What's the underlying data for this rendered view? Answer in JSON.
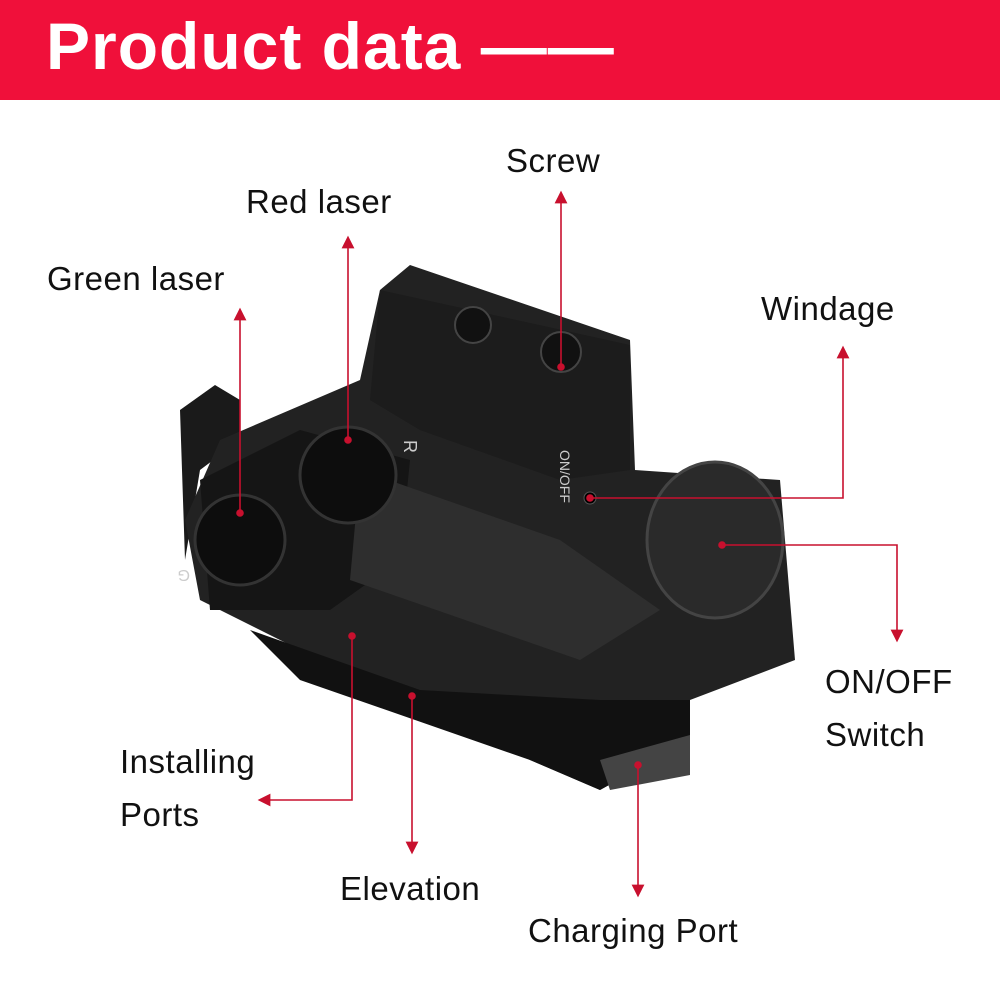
{
  "header": {
    "title": "Product data ——",
    "color": "#f0103a"
  },
  "callout_color": "#c8102e",
  "product_markings": {
    "green": "G",
    "red": "R",
    "switch": "ON/OFF"
  },
  "callouts": {
    "green_laser": "Green laser",
    "red_laser": "Red laser",
    "screw": "Screw",
    "windage": "Windage",
    "on_off_switch": [
      "ON/OFF",
      "Switch"
    ],
    "installing_ports": [
      "Installing",
      "Ports"
    ],
    "elevation": "Elevation",
    "charging_port": "Charging Port"
  }
}
